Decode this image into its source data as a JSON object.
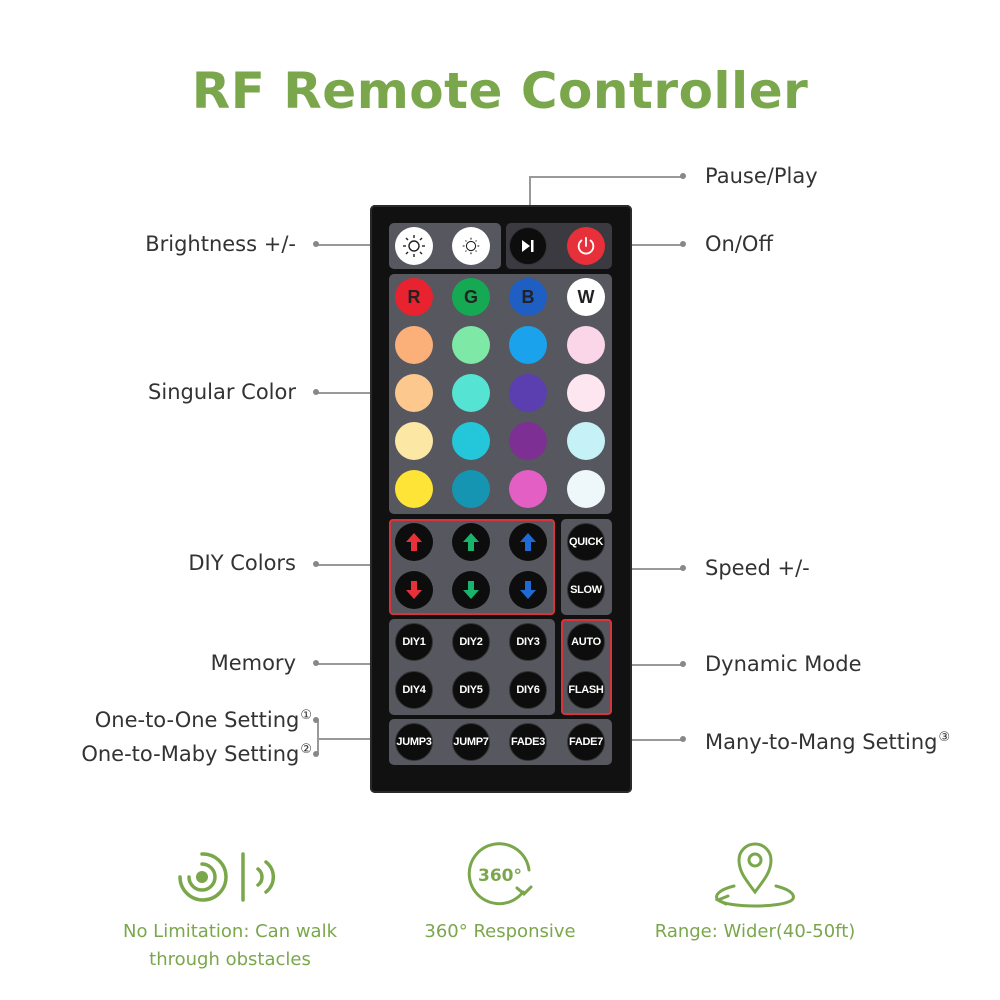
{
  "title": "RF Remote Controller",
  "accent_color": "#7aa74b",
  "labels": {
    "pause_play": "Pause/Play",
    "brightness": "Brightness +/-",
    "on_off": "On/Off",
    "singular_color": "Singular Color",
    "diy_colors": "DIY Colors",
    "speed": "Speed +/-",
    "memory": "Memory",
    "dynamic_mode": "Dynamic Mode",
    "one_to_one": "One-to-One Setting",
    "one_to_one_mark": "①",
    "one_to_maby": "One-to-Maby Setting",
    "one_to_maby_mark": "②",
    "many_to_mang": "Many-to-Mang Setting",
    "many_to_mang_mark": "③"
  },
  "remote": {
    "rgbw": {
      "r": "R",
      "g": "G",
      "b": "B",
      "w": "W"
    },
    "color_buttons": [
      [
        "#fbb079",
        "#7ee8a6",
        "#1aa2ec",
        "#fbd6e8"
      ],
      [
        "#fcc88d",
        "#55e4d4",
        "#5b3fb1",
        "#fde6ef"
      ],
      [
        "#fde7a5",
        "#23c7d9",
        "#7e2f93",
        "#c6f1f7"
      ],
      [
        "#fde436",
        "#1595b2",
        "#e35fc3",
        "#eef7f9"
      ]
    ],
    "speed": {
      "quick": "QUICK",
      "slow": "SLOW"
    },
    "memory": [
      "DIY1",
      "DIY2",
      "DIY3",
      "DIY4",
      "DIY5",
      "DIY6"
    ],
    "dynamic": {
      "auto": "AUTO",
      "flash": "FLASH"
    },
    "modes": [
      "JUMP3",
      "JUMP7",
      "FADE3",
      "FADE7"
    ]
  },
  "features": {
    "no_limit_line1": "No Limitation: Can walk",
    "no_limit_line2": "through obstacles",
    "responsive": "360° Responsive",
    "responsive_icon_text": "360°",
    "range": "Range: Wider(40-50ft)"
  }
}
